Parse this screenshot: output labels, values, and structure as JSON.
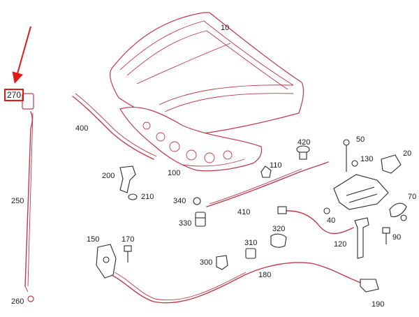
{
  "accent_color": "#e01818",
  "part_color": "#c0394b",
  "highlighted_part": "270",
  "labels": {
    "p10": "10",
    "p20": "20",
    "p40": "40",
    "p50": "50",
    "p70": "70",
    "p90": "90",
    "p100": "100",
    "p110": "110",
    "p120": "120",
    "p130": "130",
    "p150": "150",
    "p170": "170",
    "p180": "180",
    "p190": "190",
    "p200": "200",
    "p210": "210",
    "p250": "250",
    "p260": "260",
    "p270": "270",
    "p300": "300",
    "p310": "310",
    "p320": "320",
    "p330": "330",
    "p340": "340",
    "p400": "400",
    "p410": "410",
    "p420": "420"
  }
}
